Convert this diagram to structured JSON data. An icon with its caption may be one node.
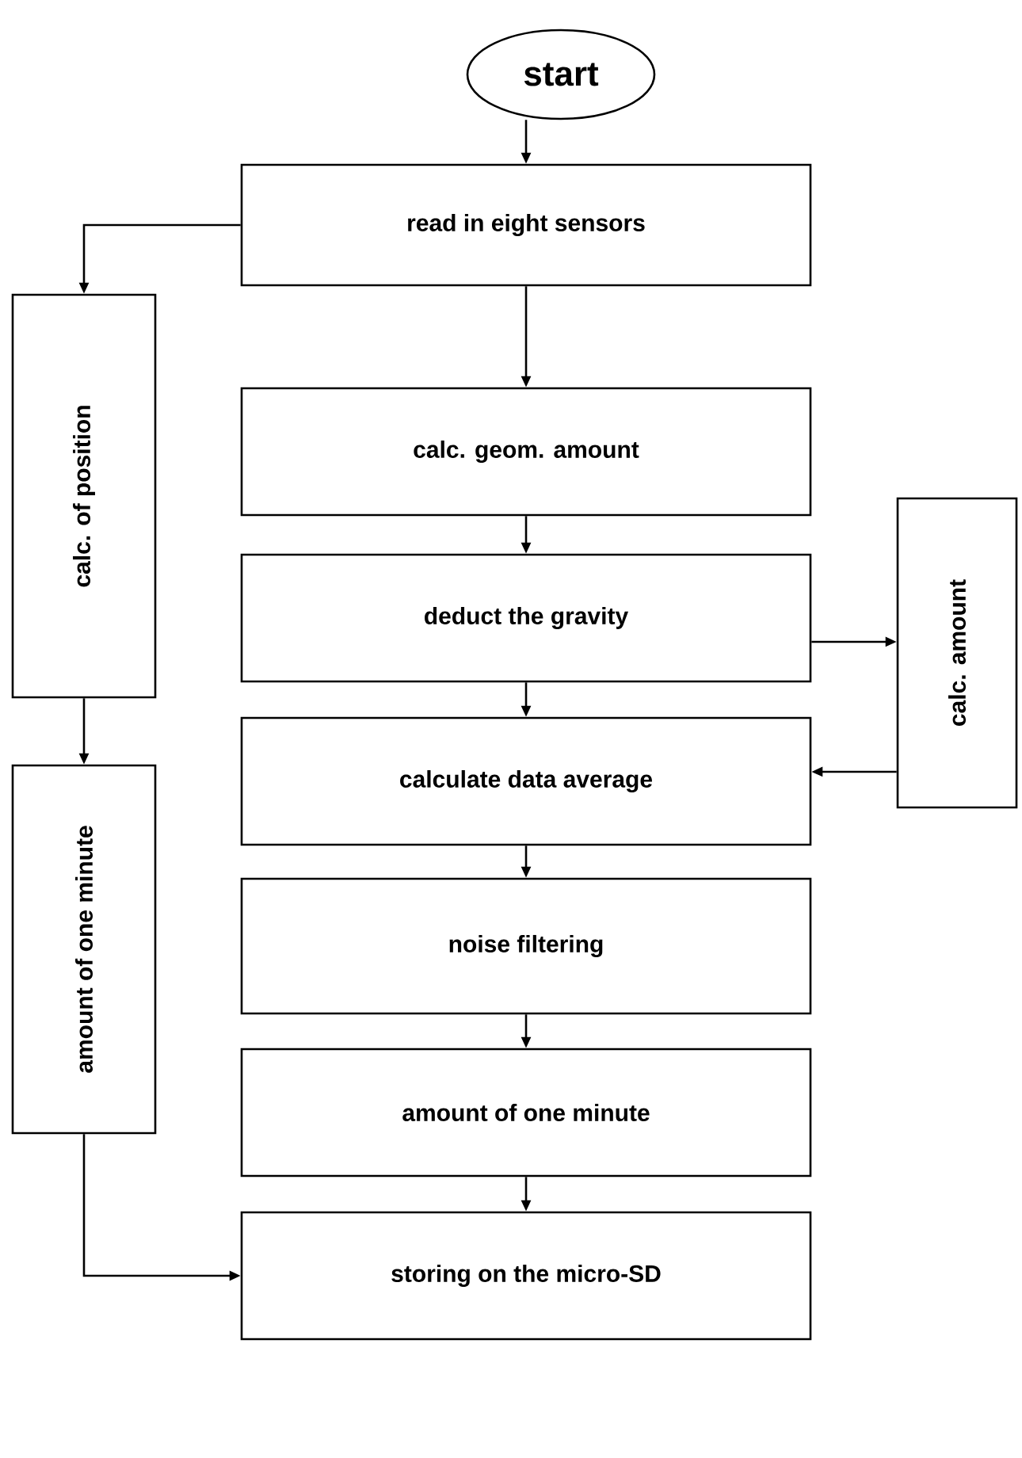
{
  "diagram": {
    "nodes": [
      {
        "text": [
          "start"
        ]
      },
      {
        "text": [
          "read in eight sensors"
        ]
      },
      {
        "text": [
          "calc. of position"
        ]
      },
      {
        "text": [
          "calc. geom. amount"
        ]
      },
      {
        "text": [
          "deduct the gravity"
        ]
      },
      {
        "text": [
          "calc. amount"
        ]
      },
      {
        "text": [
          "calculate data average"
        ]
      },
      {
        "text": [
          "amount of one minute"
        ]
      },
      {
        "text": [
          "noise filtering"
        ]
      },
      {
        "text": [
          "amount of one minute"
        ]
      },
      {
        "text": [
          "storing on the micro-SD"
        ]
      }
    ],
    "edges": [
      {
        "from": 0,
        "to": 1,
        "arrow": "to"
      },
      {
        "from": 1,
        "to": 2,
        "arrow": "to"
      },
      {
        "from": 1,
        "to": 3,
        "arrow": "to"
      },
      {
        "from": 3,
        "to": 4,
        "arrow": "to"
      },
      {
        "from": 4,
        "to": 5,
        "arrow": "to"
      },
      {
        "from": 4,
        "to": 6,
        "arrow": "to"
      },
      {
        "from": 5,
        "to": 6,
        "arrow": "to"
      },
      {
        "from": 2,
        "to": 7,
        "arrow": "to"
      },
      {
        "from": 6,
        "to": 8,
        "arrow": "to"
      },
      {
        "from": 8,
        "to": 9,
        "arrow": "to"
      },
      {
        "from": 9,
        "to": 10,
        "arrow": "to"
      },
      {
        "from": 7,
        "to": 10,
        "arrow": "to"
      }
    ]
  }
}
